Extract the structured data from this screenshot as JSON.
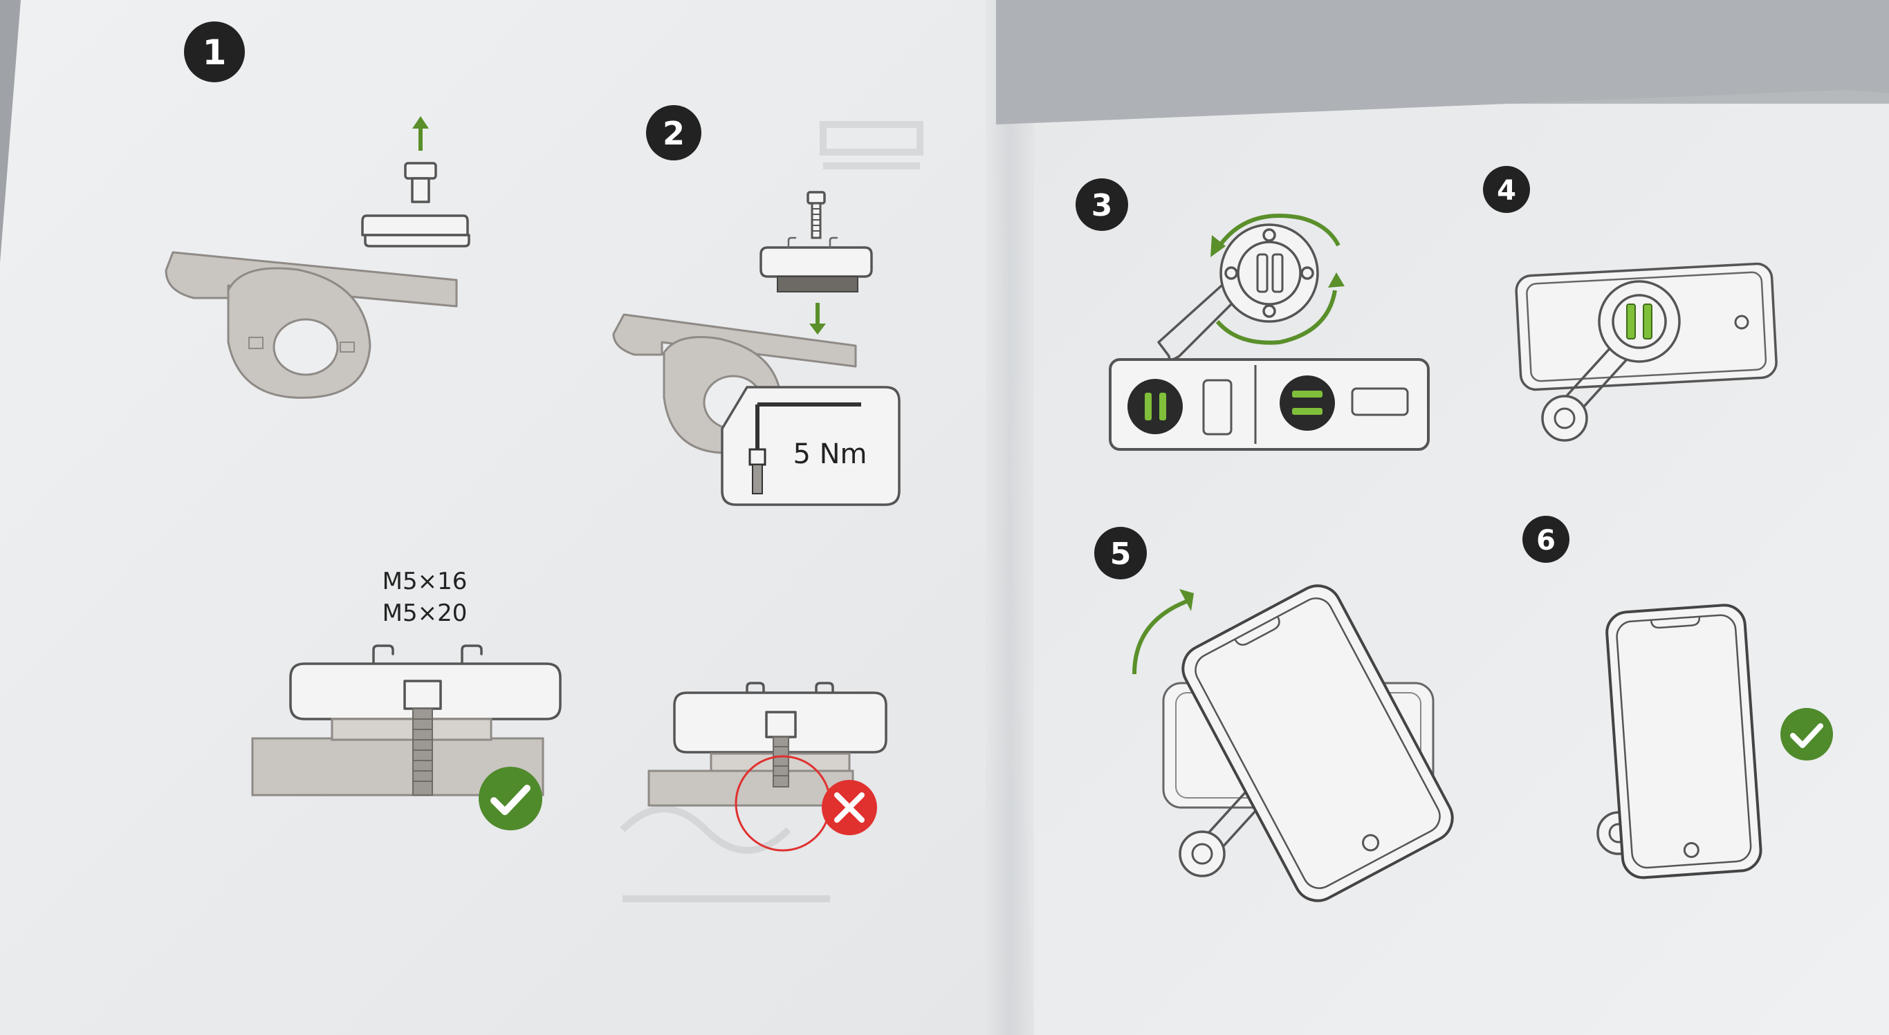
{
  "steps": [
    {
      "number": "1"
    },
    {
      "number": "2"
    },
    {
      "number": "3"
    },
    {
      "number": "4"
    },
    {
      "number": "5"
    },
    {
      "number": "6"
    }
  ],
  "labels": {
    "torque": "5 Nm",
    "screw_size_1": "M5×16",
    "screw_size_2": "M5×20"
  },
  "colors": {
    "page": "#eceef0",
    "ink": "#555555",
    "badge": "#222222",
    "accent_green": "#5a8f2a",
    "check_green": "#4f8a2b",
    "cross_red": "#e0312f"
  },
  "icons": {
    "correct": "checkmark-icon",
    "incorrect": "cross-icon"
  }
}
